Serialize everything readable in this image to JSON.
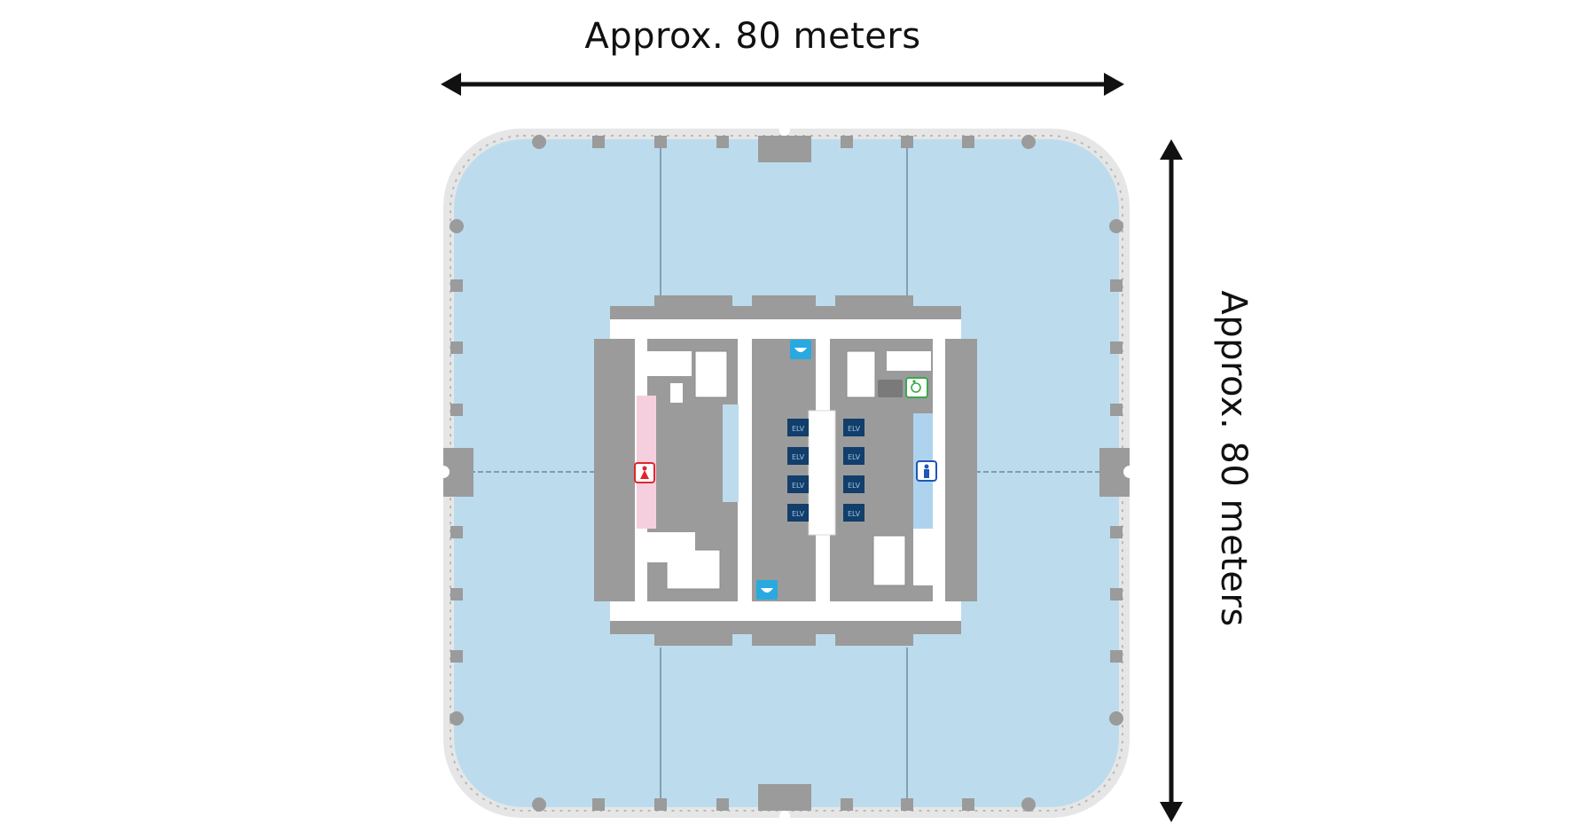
{
  "dimensions": {
    "width_label": "Approx. 80 meters",
    "height_label": "Approx. 80 meters"
  },
  "colors": {
    "floor": "#bcdcee",
    "core": "#9b9b9b",
    "corridor": "#ffffff",
    "elevator": "#123e6b",
    "womens_restroom": "#f6cfdf",
    "mens_restroom": "#aed3ef",
    "womens_sign": "#e0262b",
    "mens_sign": "#1f57b5",
    "accessible_sign": "#3aa84a",
    "kitchenette_sign": "#28a9e0",
    "arrow": "#111111"
  },
  "legend_icons": {
    "elevator_label": "ELV",
    "womens_restroom_icon": "womens-restroom-icon",
    "mens_restroom_icon": "mens-restroom-icon",
    "accessible_icon": "wheelchair-icon",
    "kitchenette_icon": "kitchenette-icon"
  },
  "elevators": {
    "left_bank": 4,
    "right_bank": 4
  }
}
